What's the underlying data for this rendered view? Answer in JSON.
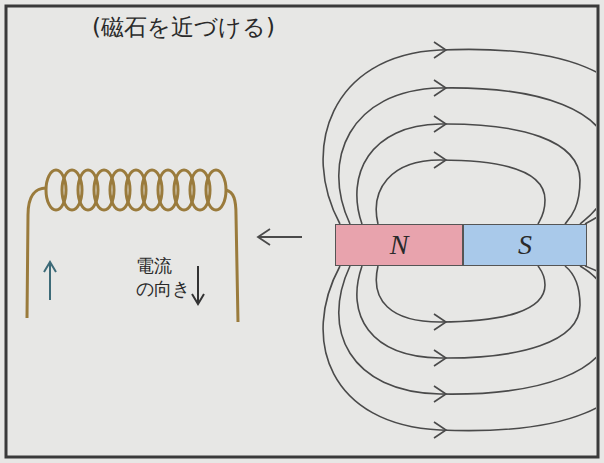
{
  "diagram": {
    "title": "(磁石を近づける)",
    "nodes": [
      {
        "text": [
          "N"
        ]
      },
      {
        "text": [
          "S"
        ]
      }
    ],
    "labels": [
      "電流 の向き"
    ]
  }
}
